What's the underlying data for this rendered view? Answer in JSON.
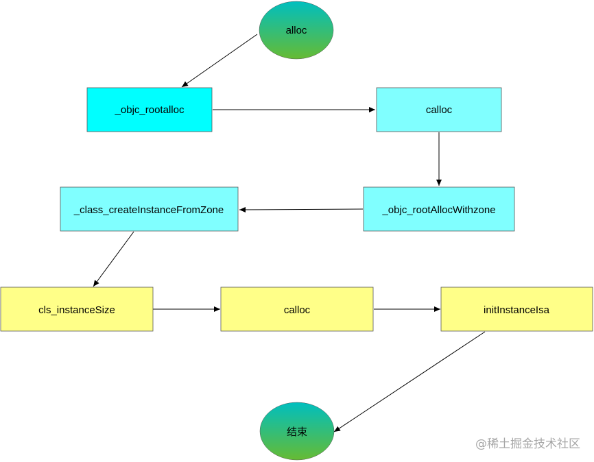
{
  "diagram": {
    "nodes": [
      {
        "id": "alloc",
        "label": "alloc",
        "shape": "ellipse",
        "style": "green-gradient"
      },
      {
        "id": "objc_rootalloc",
        "label": "_objc_rootalloc",
        "shape": "rect",
        "style": "cyan"
      },
      {
        "id": "calloc_1",
        "label": "calloc",
        "shape": "rect",
        "style": "light-cyan"
      },
      {
        "id": "objc_rootAllocWithzone",
        "label": "_objc_rootAllocWithzone",
        "shape": "rect",
        "style": "light-cyan"
      },
      {
        "id": "class_createInstanceFromZone",
        "label": "_class_createInstanceFromZone",
        "shape": "rect",
        "style": "light-cyan"
      },
      {
        "id": "cls_instanceSize",
        "label": "cls_instanceSize",
        "shape": "rect",
        "style": "yellow"
      },
      {
        "id": "calloc_2",
        "label": "calloc",
        "shape": "rect",
        "style": "yellow"
      },
      {
        "id": "initInstanceIsa",
        "label": "initInstanceIsa",
        "shape": "rect",
        "style": "yellow"
      },
      {
        "id": "end",
        "label": "结束",
        "shape": "ellipse",
        "style": "green-gradient"
      }
    ],
    "edges": [
      {
        "from": "alloc",
        "to": "objc_rootalloc"
      },
      {
        "from": "objc_rootalloc",
        "to": "calloc_1"
      },
      {
        "from": "calloc_1",
        "to": "objc_rootAllocWithzone"
      },
      {
        "from": "objc_rootAllocWithzone",
        "to": "class_createInstanceFromZone"
      },
      {
        "from": "class_createInstanceFromZone",
        "to": "cls_instanceSize"
      },
      {
        "from": "cls_instanceSize",
        "to": "calloc_2"
      },
      {
        "from": "calloc_2",
        "to": "initInstanceIsa"
      },
      {
        "from": "initInstanceIsa",
        "to": "end"
      }
    ]
  },
  "colors": {
    "cyan": "#00ffff",
    "light_cyan": "#80ffff",
    "yellow": "#ffff88",
    "gradient_top": "#00bfbf",
    "gradient_bottom": "#66bb33",
    "border": "#555555",
    "edge": "#000000",
    "watermark": "#a6a6a6"
  },
  "watermark": "@稀土掘金技术社区"
}
